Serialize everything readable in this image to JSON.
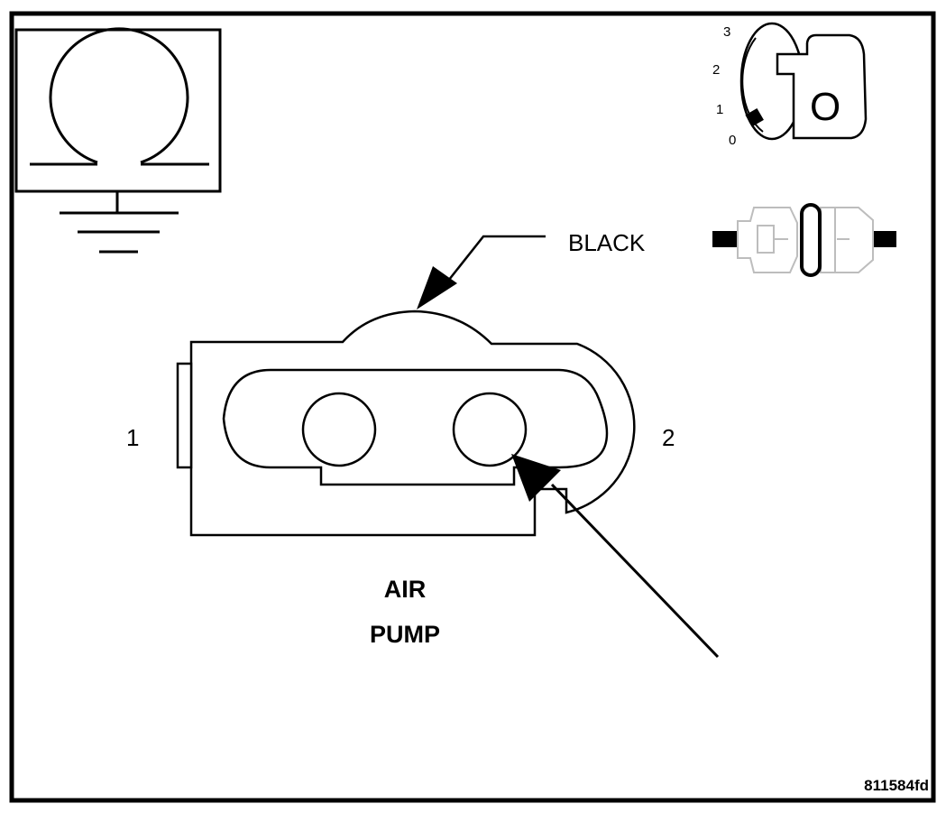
{
  "connector": {
    "color_label": "BLACK",
    "pin_1_label": "1",
    "pin_2_label": "2",
    "component_line_1": "AIR",
    "component_line_2": "PUMP"
  },
  "ignition_switch": {
    "positions": [
      "3",
      "2",
      "1",
      "0"
    ],
    "key_letter": "O"
  },
  "reference_code": "811584fd",
  "icons": [
    "ohmmeter-ground-icon",
    "ignition-key-icon",
    "disconnected-connector-icon"
  ],
  "colors": {
    "line": "#000000",
    "background": "#ffffff",
    "faded": "#bdbdbd"
  }
}
